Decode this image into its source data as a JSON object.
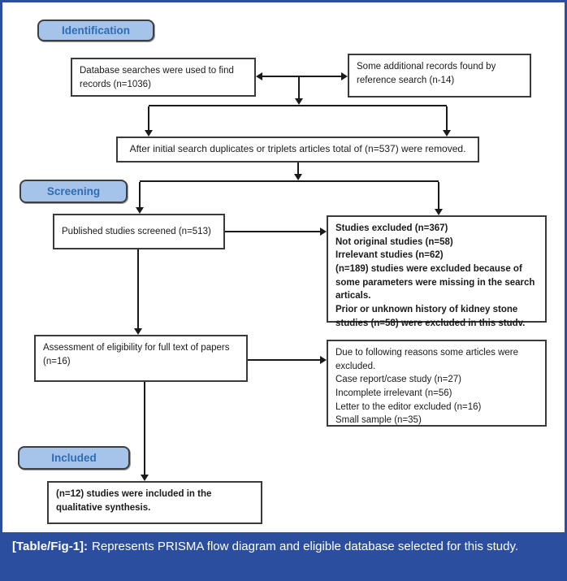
{
  "figure": {
    "caption_label": "[Table/Fig-1]:",
    "caption_text": "Represents PRISMA flow diagram and eligible database selected for this study."
  },
  "stages": [
    {
      "label": "Identification"
    },
    {
      "label": "Screening"
    },
    {
      "label": "Included"
    }
  ],
  "boxes": {
    "database_search": "Database searches were used to find records (n=1036)",
    "additional_records": "Some additional records found by reference search (n-14)",
    "duplicates_removed": "After initial search duplicates or triplets articles total of (n=537) were removed.",
    "screened": "Published studies screened (n=513)",
    "screening_excluded": "Studies excluded (n=367)\nNot original studies (n=58)\nIrrelevant studies (n=62)\n(n=189) studies were excluded because of some parameters were missing in the search articals.\nPrior or unknown history of kidney stone studies (n=58) were excluded in this studv.",
    "eligibility": "Assessment of eligibility for full text of papers (n=16)",
    "eligibility_excluded": "Due to following reasons some articles were excluded.\nCase report/case study (n=27)\nIncomplete irrelevant (n=56)\nLetter to the editor excluded (n=16)\nSmall sample (n=35)",
    "included": "(n=12) studies were included in the qualitative synthesis."
  },
  "colors": {
    "stage_fill": "#a6c4e9",
    "stage_text": "#2e6cb5",
    "caption_bg": "#2b4f9e",
    "outer_border": "#2b4f9e",
    "box_border": "#3a3a3a",
    "connector": "#1a1a1a"
  }
}
